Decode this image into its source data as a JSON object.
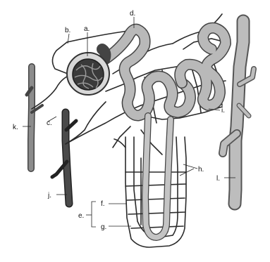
{
  "labels": {
    "a": "a.",
    "b": "b.",
    "c": "c.",
    "d": "d.",
    "e": "e.",
    "f": "f.",
    "g": "g.",
    "h": "h.",
    "i": "i.",
    "j": "j.",
    "k": "k.",
    "l": "l."
  },
  "colors": {
    "background": "#ffffff",
    "tubule_fill": "#b9b9b9",
    "outline": "#444444",
    "artery": "#4a4a4a",
    "vein": "#bdbdbd",
    "glomerulus": "#3a3a3a"
  }
}
